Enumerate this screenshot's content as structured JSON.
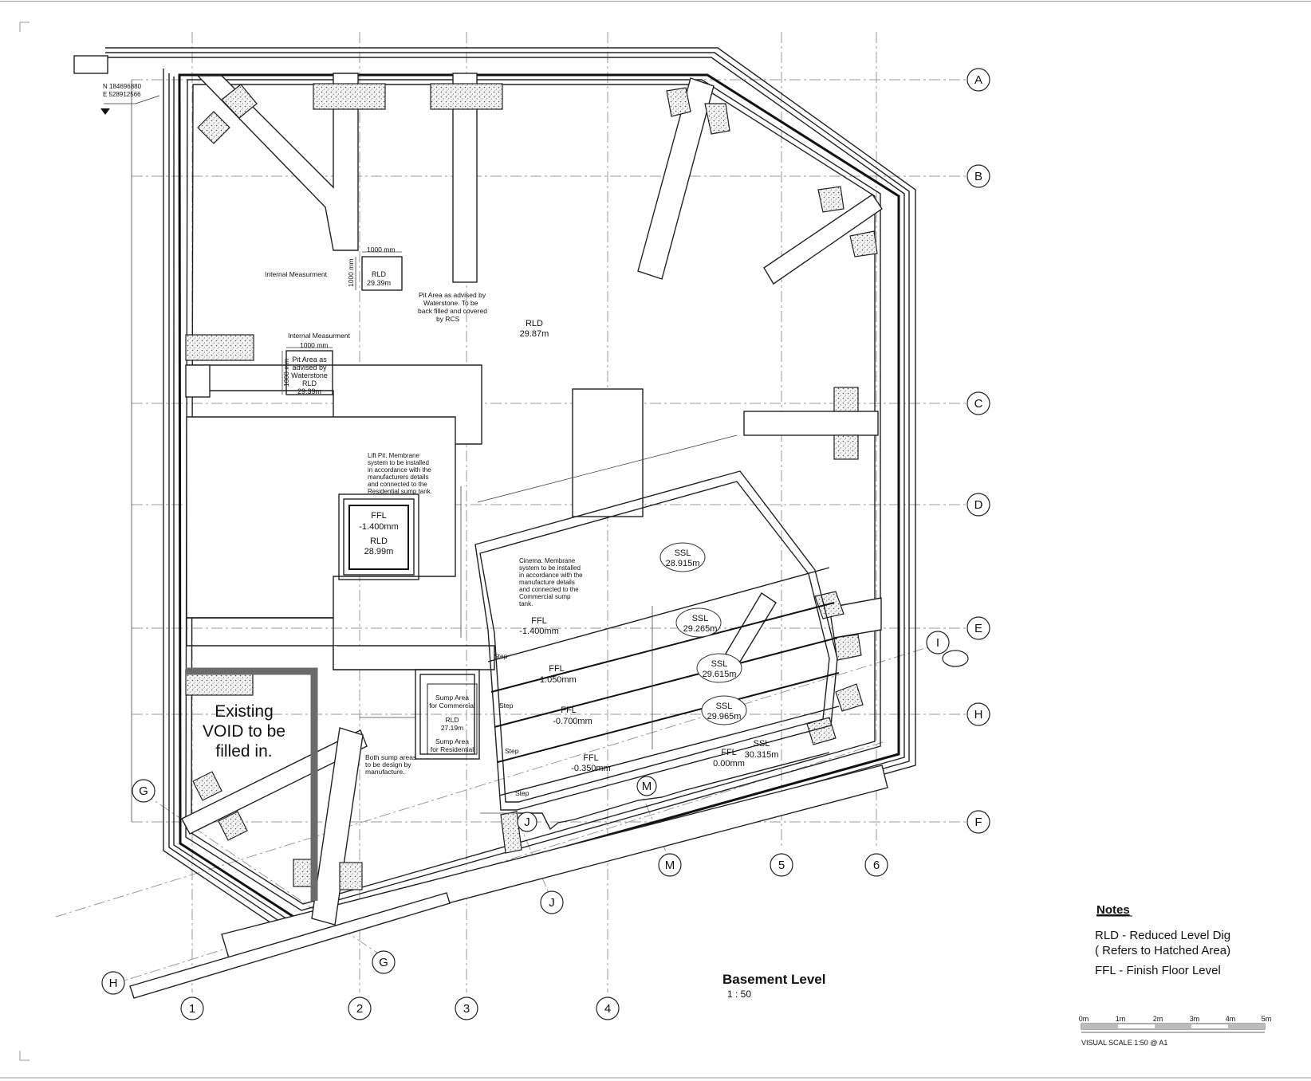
{
  "drawing": {
    "title": "Basement Level",
    "scale": "1 : 50",
    "coordinates": {
      "north": "N 184696880",
      "east": "E 528912566"
    },
    "grid_rows": [
      "A",
      "B",
      "C",
      "D",
      "E",
      "F",
      "H"
    ],
    "grid_cols": [
      "1",
      "2",
      "3",
      "4",
      "5",
      "6"
    ],
    "grid_oblique": {
      "g1": "G",
      "g2": "G",
      "h1": "H",
      "j1": "J",
      "j2": "J",
      "m1": "M",
      "m2": "M",
      "i1": "I"
    },
    "labels": {
      "internal_measurement_1": "Internal Measurment",
      "internal_measurement_2": "Internal Measurment",
      "dim_1000_a": "1000 mm",
      "dim_1000_b": "1000 mm",
      "dim_1000_c": "1000 mm",
      "dim_1000_d": "1000 mm",
      "pit_rld_a": "RLD",
      "pit_rld_a_val": "29.39m",
      "pit_note_1": "Pit Area as advised by",
      "pit_note_2": "Waterstone. To be",
      "pit_note_3": "back filled and covered",
      "pit_note_4": "by RCS",
      "rld_main": "RLD",
      "rld_main_val": "29.87m",
      "pit_b_1": "Pit Area as",
      "pit_b_2": "advised by",
      "pit_b_3": "Waterstone",
      "pit_b_4": "RLD",
      "pit_b_5": "29.39m",
      "lift_1": "Lift Pit. Membrane",
      "lift_2": "system to be installed",
      "lift_3": "in accordance with the",
      "lift_4": "manufacturers details",
      "lift_5": "and connected to the",
      "lift_6": "Residential sump tank.",
      "lift_ffl": "FFL",
      "lift_ffl_val": "-1.400mm",
      "lift_rld": "RLD",
      "lift_rld_val": "28.99m",
      "cinema_1": "Cinema. Membrane",
      "cinema_2": "system to be installed",
      "cinema_3": "in accordance with the",
      "cinema_4": "manufacture details",
      "cinema_5": "and connected to the",
      "cinema_6": "Commercial sump",
      "cinema_7": "tank.",
      "ffl_1": "FFL",
      "ffl_1_val": "-1.400mm",
      "ffl_2": "FFL",
      "ffl_2_val": "-1.050mm",
      "ffl_3": "FFL",
      "ffl_3_val": "-0.700mm",
      "ffl_4": "FFL",
      "ffl_4_val": "-0.350mm",
      "ffl_5": "FFL",
      "ffl_5_val": "0.00mm",
      "ssl_1": "SSL",
      "ssl_1_val": "28.915m",
      "ssl_2": "SSL",
      "ssl_2_val": "29.265m",
      "ssl_3": "SSL",
      "ssl_3_val": "29.615m",
      "ssl_4": "SSL",
      "ssl_4_val": "29.965m",
      "ssl_5": "SSL",
      "ssl_5_val": "30.315m",
      "step_1": "Step",
      "step_2": "Step",
      "step_3": "Step",
      "step_4": "Step",
      "sump_1": "Sump Area",
      "sump_2": "for Commercial",
      "sump_3": "RLD",
      "sump_4": "27.19m",
      "sump_5": "Sump Area",
      "sump_6": "for Residential",
      "both_1": "Both sump areas",
      "both_2": "to be design by",
      "both_3": "manufacture.",
      "void_1": "Existing",
      "void_2": "VOID to be",
      "void_3": "filled in."
    }
  },
  "notes": {
    "heading": "Notes",
    "line1": "RLD - Reduced Level Dig",
    "line2": "( Refers to Hatched Area)",
    "line3": "FFL - Finish Floor Level"
  },
  "scale_bar": {
    "ticks": [
      "0m",
      "1m",
      "2m",
      "3m",
      "4m",
      "5m"
    ],
    "caption": "VISUAL SCALE 1:50  @ A1"
  }
}
